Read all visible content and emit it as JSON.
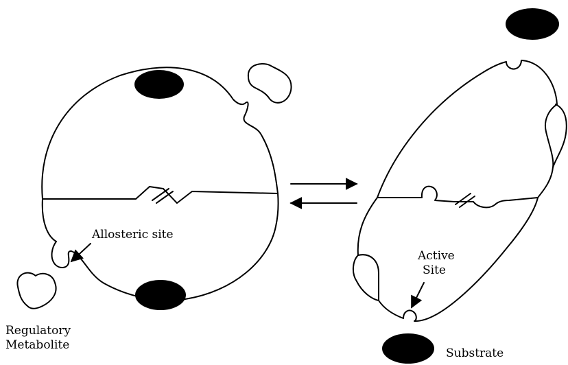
{
  "labels": {
    "allosteric_site": "Allosteric site",
    "regulatory_line1": "Regulatory",
    "regulatory_line2": "Metabolite",
    "active_line1": "Active",
    "active_line2": "Site",
    "substrate": "Substrate"
  },
  "colors": {
    "ink": "#000000",
    "background": "#ffffff"
  }
}
